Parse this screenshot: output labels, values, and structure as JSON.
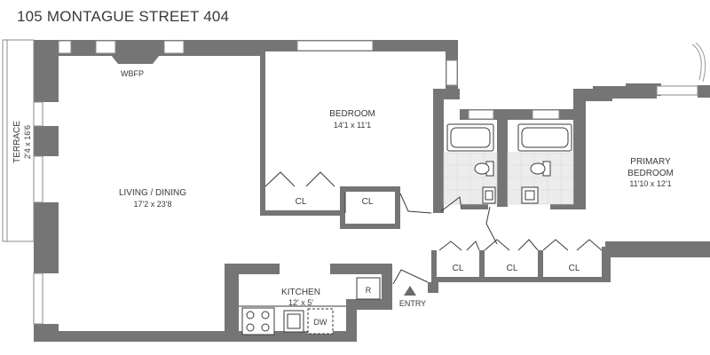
{
  "title": "105 MONTAGUE STREET 404",
  "rooms": {
    "terrace": {
      "name": "TERRACE",
      "dims": "2'4 x 16'6"
    },
    "living": {
      "name": "LIVING / DINING",
      "dims": "17'2 x 23'8"
    },
    "bedroom": {
      "name": "BEDROOM",
      "dims": "14'1 x 11'1"
    },
    "primary": {
      "name": "PRIMARY",
      "name2": "BEDROOM",
      "dims": "11'10 x 12'1"
    },
    "kitchen": {
      "name": "KITCHEN",
      "dims": "12' x 5'"
    }
  },
  "labels": {
    "wbfp": "WBFP",
    "closet": "CL",
    "entry": "ENTRY",
    "refrigerator": "R",
    "dishwasher": "DW"
  },
  "colors": {
    "wall": "#757575",
    "tile": "#ececec",
    "line": "#3a3a3a"
  }
}
